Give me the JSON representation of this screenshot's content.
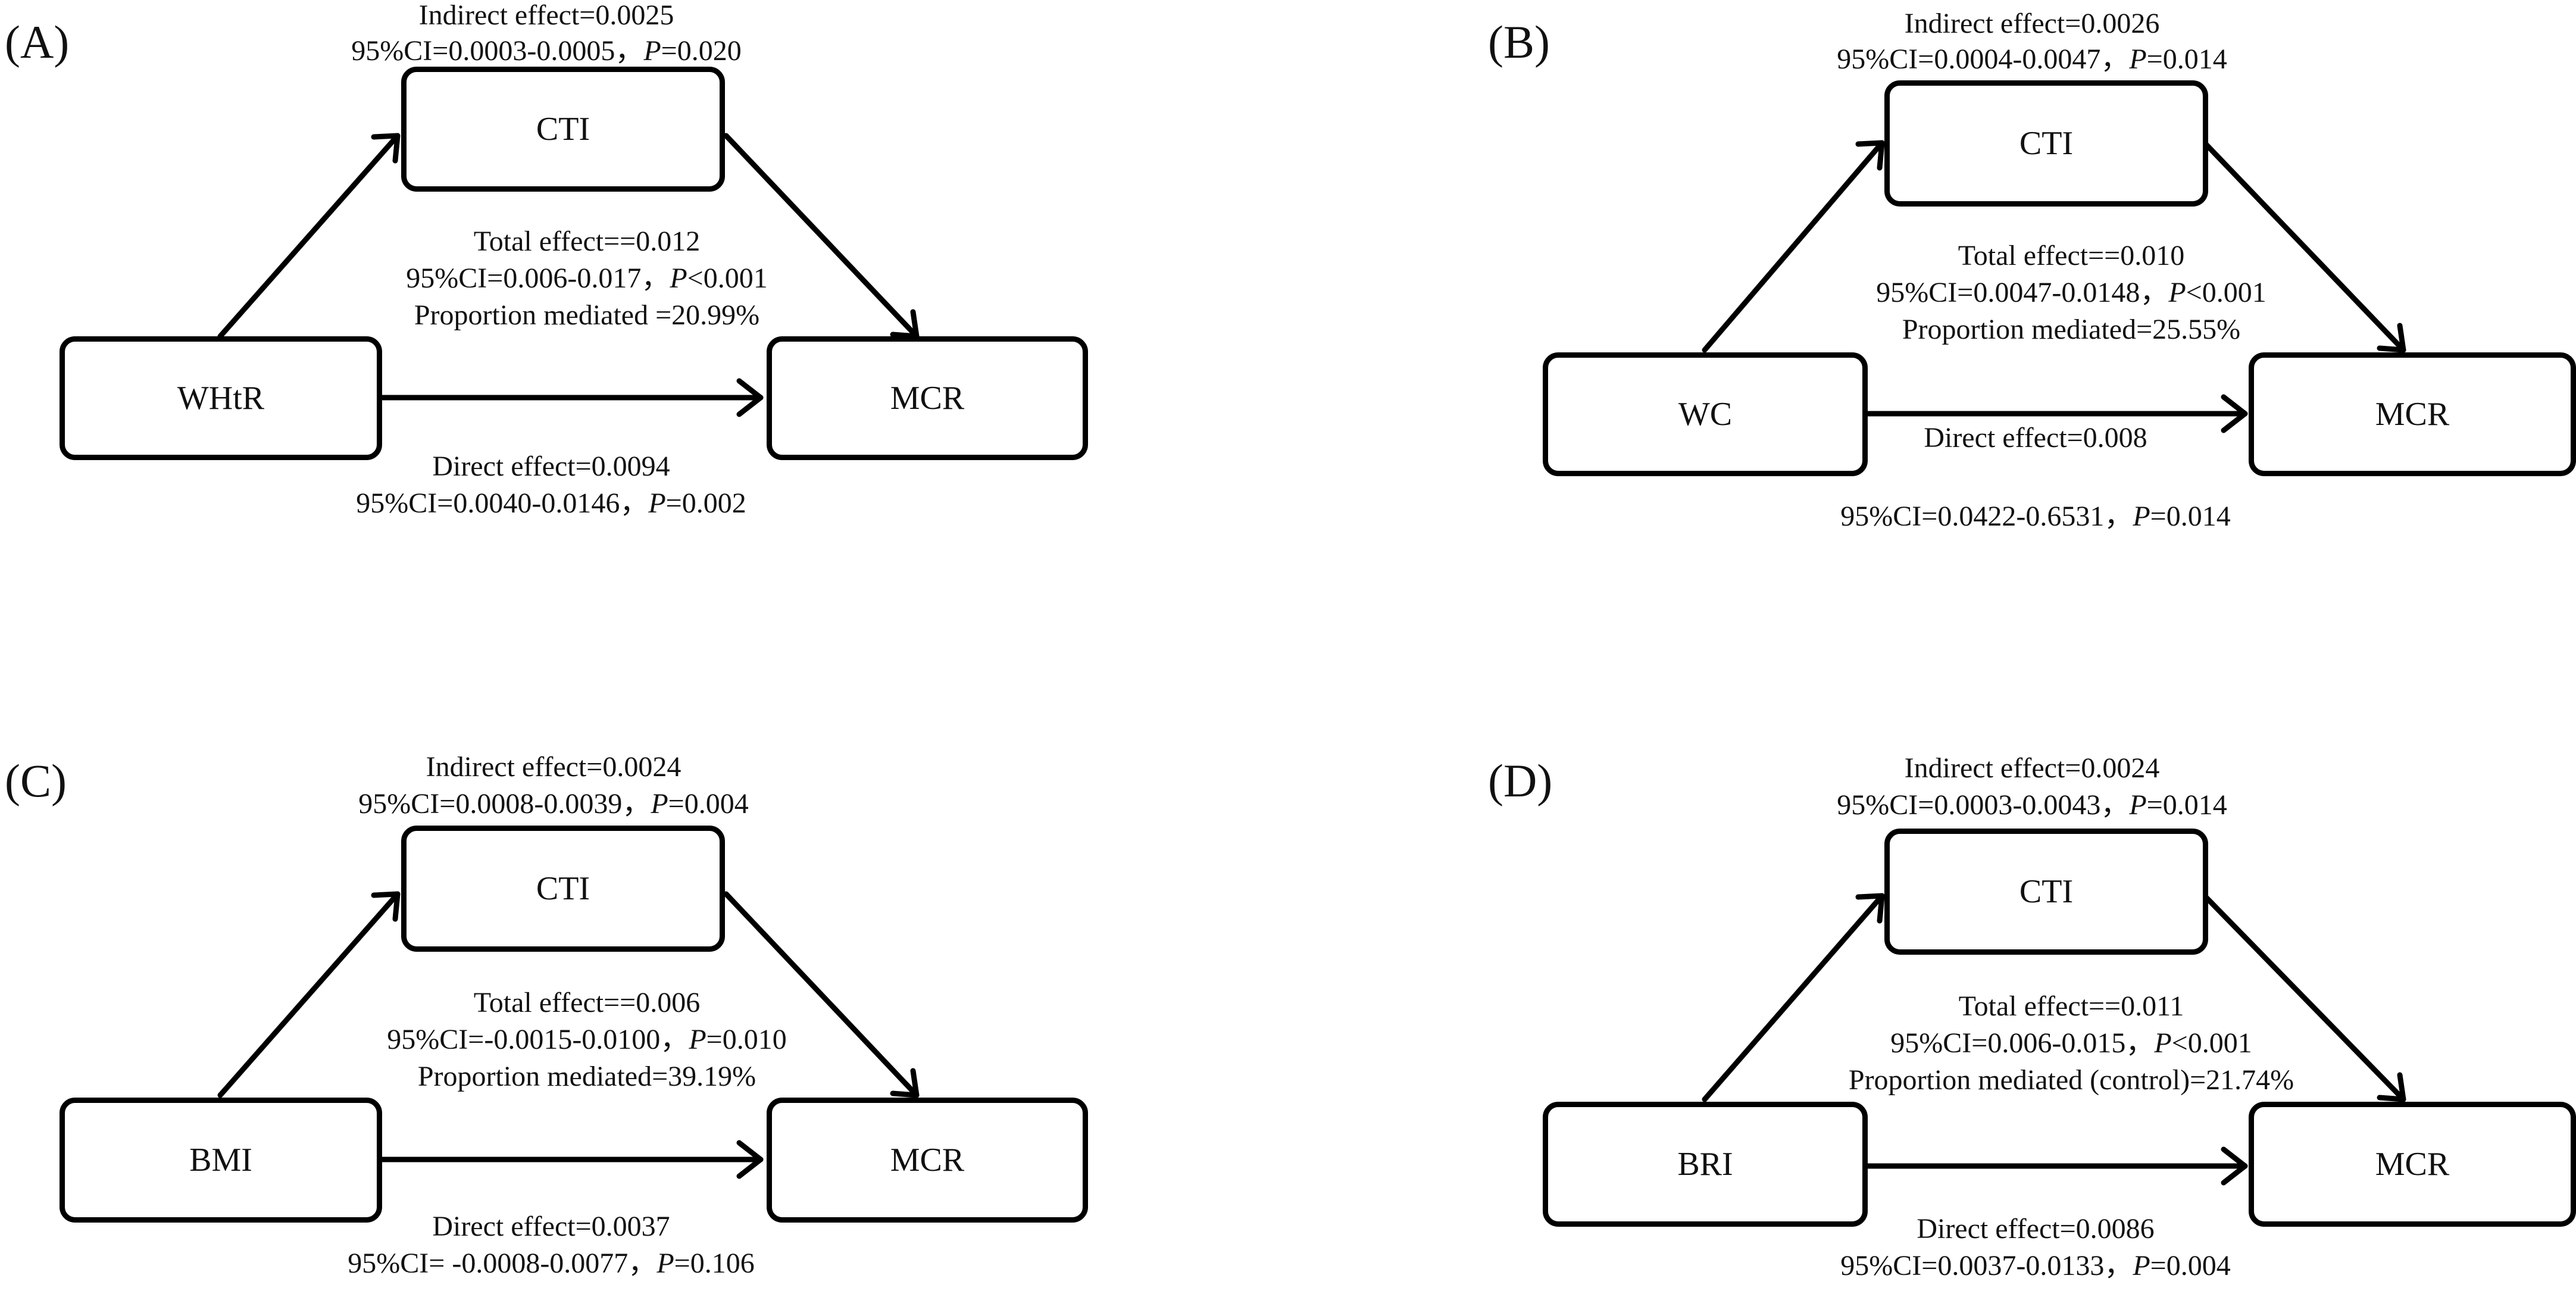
{
  "panels": [
    {
      "label": "(A)",
      "nodes": {
        "predictor": "WHtR",
        "mediator": "CTI",
        "outcome": "MCR"
      },
      "indirect": {
        "line1": "Indirect effect=0.0025",
        "ci": "95%CI=0.0003-0.0005，",
        "p_symbol": "P",
        "p_value": "=0.020"
      },
      "total": {
        "line1": "Total effect==0.012",
        "ci": "95%CI=0.006-0.017，",
        "p_symbol": "P",
        "p_value": "<0.001",
        "proportion": "Proportion mediated =20.99%"
      },
      "direct": {
        "line1": "Direct effect=0.0094",
        "ci": "95%CI=0.0040-0.0146，",
        "p_symbol": "P",
        "p_value": "=0.002"
      }
    },
    {
      "label": "(B)",
      "nodes": {
        "predictor": "WC",
        "mediator": "CTI",
        "outcome": "MCR"
      },
      "indirect": {
        "line1": "Indirect effect=0.0026",
        "ci": "95%CI=0.0004-0.0047，",
        "p_symbol": "P",
        "p_value": "=0.014"
      },
      "total": {
        "line1": "Total effect==0.010",
        "ci": "95%CI=0.0047-0.0148，",
        "p_symbol": "P",
        "p_value": "<0.001",
        "proportion": "Proportion mediated=25.55%"
      },
      "direct": {
        "line1": "Direct effect=0.008",
        "ci": "95%CI=0.0422-0.6531，",
        "p_symbol": "P",
        "p_value": "=0.014"
      }
    },
    {
      "label": "(C)",
      "nodes": {
        "predictor": "BMI",
        "mediator": "CTI",
        "outcome": "MCR"
      },
      "indirect": {
        "line1": "Indirect effect=0.0024",
        "ci": "95%CI=0.0008-0.0039，",
        "p_symbol": "P",
        "p_value": "=0.004"
      },
      "total": {
        "line1": "Total effect==0.006",
        "ci": "95%CI=-0.0015-0.0100，",
        "p_symbol": "P",
        "p_value": "=0.010",
        "proportion": "Proportion mediated=39.19%"
      },
      "direct": {
        "line1": "Direct effect=0.0037",
        "ci": "95%CI= -0.0008-0.0077，",
        "p_symbol": "P",
        "p_value": "=0.106"
      }
    },
    {
      "label": "(D)",
      "nodes": {
        "predictor": "BRI",
        "mediator": "CTI",
        "outcome": "MCR"
      },
      "indirect": {
        "line1": "Indirect effect=0.0024",
        "ci": "95%CI=0.0003-0.0043，",
        "p_symbol": "P",
        "p_value": "=0.014"
      },
      "total": {
        "line1": "Total effect==0.011",
        "ci": "95%CI=0.006-0.015，",
        "p_symbol": "P",
        "p_value": "<0.001",
        "proportion": "Proportion mediated (control)=21.74%"
      },
      "direct": {
        "line1": "Direct effect=0.0086",
        "ci": "95%CI=0.0037-0.0133，",
        "p_symbol": "P",
        "p_value": "=0.004"
      }
    }
  ]
}
